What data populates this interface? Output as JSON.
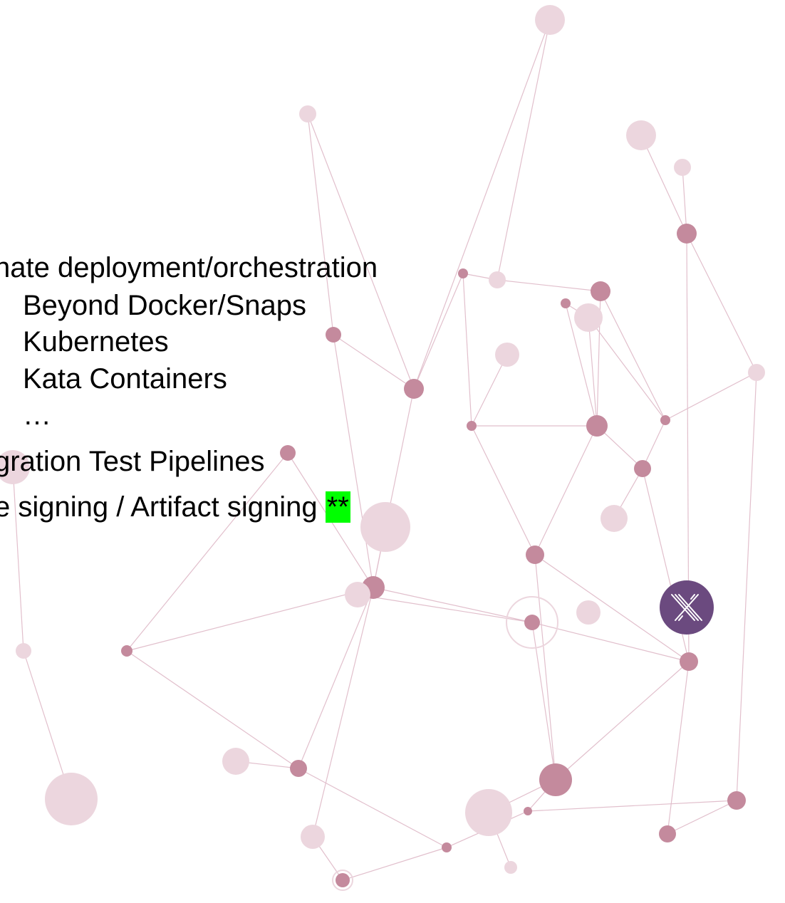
{
  "slide": {
    "lines": [
      "nate deployment/orchestration",
      "Beyond Docker/Snaps",
      "Kubernetes",
      "Kata Containers",
      "…",
      "gration Test Pipelines",
      "e signing / Artifact signing"
    ],
    "highlight_text": "**"
  },
  "colors": {
    "node_dark": "#c48a9d",
    "node_light": "#ecd6de",
    "edge": "#d8aabb",
    "logo_bg": "#6b4a7f",
    "highlight": "#00ff00"
  },
  "icons": {
    "logo": "x-logo-icon"
  }
}
